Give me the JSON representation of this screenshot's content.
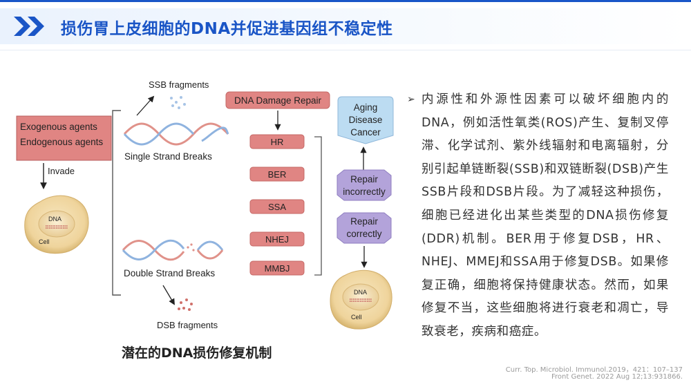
{
  "title": "损伤胃上皮细胞的DNA并促进基因组不稳定性",
  "diagram": {
    "agents": [
      "Exogenous agents",
      "Endogenous agents"
    ],
    "invade": "Invade",
    "cell_dna": "DNA",
    "cell_label": "Cell",
    "ssb_fragments": "SSB fragments",
    "ssb_label": "Single Strand Breaks",
    "dsb_label": "Double Strand Breaks",
    "dsb_fragments": "DSB fragments",
    "repair_header": "DNA Damage Repair",
    "repair_types": [
      "HR",
      "BER",
      "SSA",
      "NHEJ",
      "MMBJ"
    ],
    "outcome_lines": [
      "Aging",
      "Disease",
      "Cancer"
    ],
    "repair_incorrect": [
      "Repair",
      "incorrectly"
    ],
    "repair_correct": [
      "Repair",
      "correctly"
    ],
    "cell2_dna": "DNA",
    "cell2_label": "Cell"
  },
  "caption": "潜在的DNA损伤修复机制",
  "bullet_symbol": "➢",
  "paragraph": "内源性和外源性因素可以破坏细胞内的DNA，例如活性氧类(ROS)产生、复制叉停滞、化学试剂、紫外线辐射和电离辐射，分别引起单链断裂(SSB)和双链断裂(DSB)产生SSB片段和DSB片段。为了减轻这种损伤，细胞已经进化出某些类型的DNA损伤修复(DDR)机制。BER用于修复DSB，HR、NHEJ、MMEJ和SSA用于修复DSB。如果修复正确，细胞将保持健康状态。然而，如果修复不当，这些细胞将进行衰老和凋亡，导致衰老，疾病和癌症。",
  "references": [
    "Curr. Top. Microbiol. Immunol.2019，421：107–137",
    "Front Genet. 2022 Aug 12;13:931866."
  ],
  "colors": {
    "title_blue": "#1a55c6",
    "box_red": "#e08583",
    "outcome_blue": "#bcdcf2",
    "repair_purple": "#b3a3da",
    "cell_fill": "#f0d9a5"
  }
}
